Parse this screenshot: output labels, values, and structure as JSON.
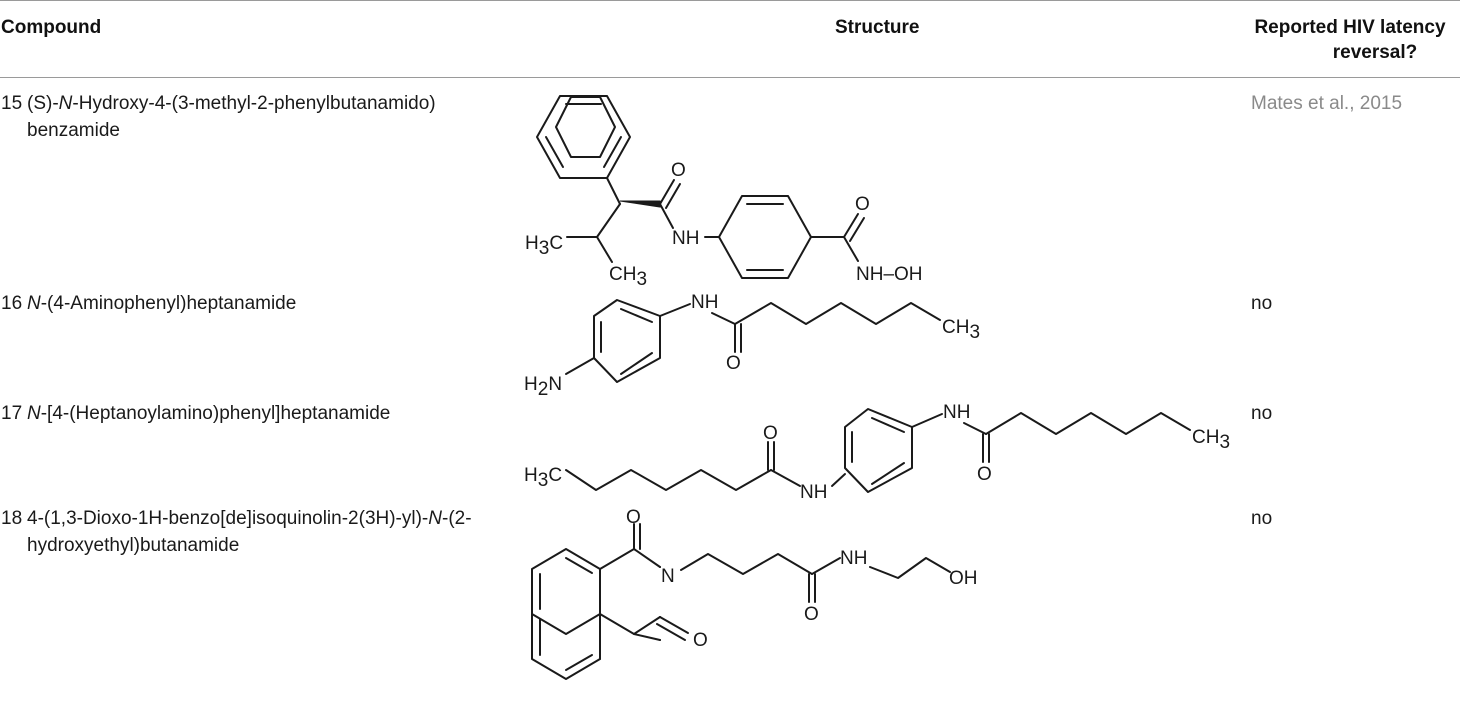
{
  "table": {
    "headers": {
      "compound": "Compound",
      "structure": "Structure",
      "reported_1": "Reported HIV latency",
      "reported_2": "reversal?"
    },
    "rows": [
      {
        "number": "15",
        "name_pre": "(S)-",
        "name_it1": "N",
        "name_mid": "-Hydroxy-4-(3-methyl-2-phenylbutanamido)",
        "name_line2": "benzamide",
        "reported": "Mates et al., 2015",
        "labels": {
          "O1": "O",
          "O2": "O",
          "NH": "NH",
          "NHOH": "NH–OH",
          "H3C_H": "H",
          "H3C_3": "3",
          "H3C_C": "C",
          "CH3_CH": "CH",
          "CH3_3": "3"
        }
      },
      {
        "number": "16",
        "name_it1": "N",
        "name_rest": "-(4-Aminophenyl)heptanamide",
        "reported": "no",
        "labels": {
          "NH": "NH",
          "O": "O",
          "CH3_CH": "CH",
          "CH3_3": "3",
          "H2N_H": "H",
          "H2N_2": "2",
          "H2N_N": "N"
        }
      },
      {
        "number": "17",
        "name_it1": "N",
        "name_rest": "-[4-(Heptanoylamino)phenyl]heptanamide",
        "reported": "no",
        "labels": {
          "NH1": "NH",
          "NH2": "NH",
          "O1": "O",
          "O2": "O",
          "H3C_H": "H",
          "H3C_3": "3",
          "H3C_C": "C",
          "CH3_CH": "CH",
          "CH3_3": "3"
        }
      },
      {
        "number": "18",
        "name_line1": "4-(1,3-Dioxo-1H-benzo[de]isoquinolin-2(3H)-yl)-",
        "name_it1": "N",
        "name_line1_end": "-(2-",
        "name_line2": "hydroxyethyl)butanamide",
        "reported": "no",
        "labels": {
          "O_top": "O",
          "O_bot": "O",
          "N": "N",
          "NH": "NH",
          "O_amide": "O",
          "OH": "OH"
        }
      }
    ]
  }
}
